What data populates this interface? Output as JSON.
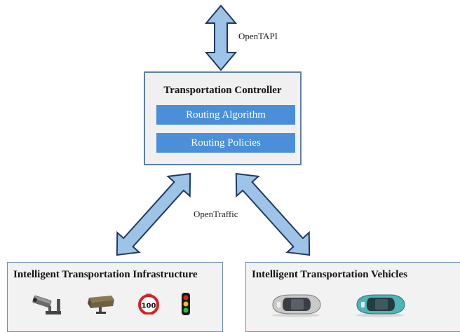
{
  "api_north": {
    "label": "OpenTAPI"
  },
  "api_south": {
    "label": "OpenTraffic"
  },
  "controller": {
    "title": "Transportation Controller",
    "modules": [
      "Routing Algorithm",
      "Routing Policies"
    ]
  },
  "infrastructure": {
    "title": "Intelligent Transportation Infrastructure",
    "icons": [
      "cctv-camera-icon",
      "box-camera-icon",
      "speed-limit-sign-icon",
      "traffic-light-icon"
    ],
    "speed_limit": "100"
  },
  "vehicles": {
    "title": "Intelligent Transportation Vehicles",
    "icons": [
      "silver-car-icon",
      "teal-car-icon"
    ]
  },
  "colors": {
    "arrow_fill": "#9dc3e6",
    "arrow_stroke": "#1f3864",
    "module_blue": "#4a8fd8",
    "panel_border": "#5a7fae"
  }
}
